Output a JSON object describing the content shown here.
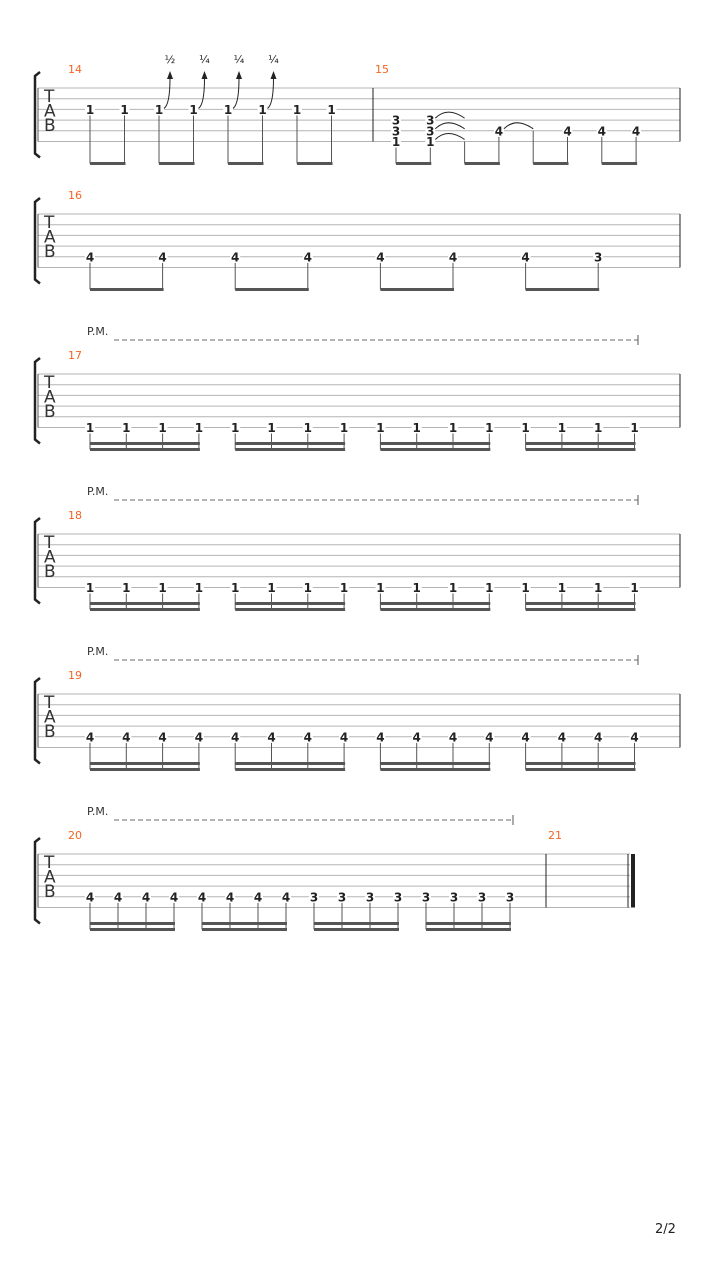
{
  "page_number": "2/2",
  "colors": {
    "measure_number": "#f26522",
    "staff_line": "#b4b4b4",
    "note": "#222222",
    "beam": "#555555",
    "pm_line": "#888888"
  },
  "clef": [
    "T",
    "A",
    "B"
  ],
  "systems": [
    {
      "measures": [
        {
          "number": "14",
          "beam_group": 2,
          "beams": 1,
          "notes": [
            {
              "frets": [
                {
                  "string": 3,
                  "fret": "1"
                }
              ]
            },
            {
              "frets": [
                {
                  "string": 3,
                  "fret": "1"
                }
              ]
            },
            {
              "frets": [
                {
                  "string": 3,
                  "fret": "1"
                }
              ],
              "bend": "½"
            },
            {
              "frets": [
                {
                  "string": 3,
                  "fret": "1"
                }
              ],
              "bend": "¼"
            },
            {
              "frets": [
                {
                  "string": 3,
                  "fret": "1"
                }
              ],
              "bend": "¼"
            },
            {
              "frets": [
                {
                  "string": 3,
                  "fret": "1"
                }
              ],
              "bend": "¼"
            },
            {
              "frets": [
                {
                  "string": 3,
                  "fret": "1"
                }
              ]
            },
            {
              "frets": [
                {
                  "string": 3,
                  "fret": "1"
                }
              ]
            }
          ]
        },
        {
          "number": "15",
          "beam_group": 2,
          "beams": 1,
          "notes": [
            {
              "frets": [
                {
                  "string": 4,
                  "fret": "3"
                },
                {
                  "string": 5,
                  "fret": "3"
                },
                {
                  "string": 6,
                  "fret": "1"
                }
              ]
            },
            {
              "frets": [
                {
                  "string": 4,
                  "fret": "3"
                },
                {
                  "string": 5,
                  "fret": "3"
                },
                {
                  "string": 6,
                  "fret": "1"
                }
              ]
            },
            {
              "frets": [
                {
                  "string": 4,
                  "fret": null
                },
                {
                  "string": 5,
                  "fret": null
                },
                {
                  "string": 6,
                  "fret": null
                }
              ],
              "tied": true
            },
            {
              "frets": [
                {
                  "string": 5,
                  "fret": "4"
                }
              ]
            },
            {
              "frets": [
                {
                  "string": 5,
                  "fret": null
                }
              ],
              "tied": true
            },
            {
              "frets": [
                {
                  "string": 5,
                  "fret": "4"
                }
              ]
            },
            {
              "frets": [
                {
                  "string": 5,
                  "fret": "4"
                }
              ]
            },
            {
              "frets": [
                {
                  "string": 5,
                  "fret": "4"
                }
              ]
            }
          ]
        }
      ]
    },
    {
      "measures": [
        {
          "number": "16",
          "beam_group": 2,
          "beams": 1,
          "notes": [
            {
              "frets": [
                {
                  "string": 5,
                  "fret": "4"
                }
              ]
            },
            {
              "frets": [
                {
                  "string": 5,
                  "fret": "4"
                }
              ]
            },
            {
              "frets": [
                {
                  "string": 5,
                  "fret": "4"
                }
              ]
            },
            {
              "frets": [
                {
                  "string": 5,
                  "fret": "4"
                }
              ]
            },
            {
              "frets": [
                {
                  "string": 5,
                  "fret": "4"
                }
              ]
            },
            {
              "frets": [
                {
                  "string": 5,
                  "fret": "4"
                }
              ]
            },
            {
              "frets": [
                {
                  "string": 5,
                  "fret": "4"
                }
              ]
            },
            {
              "frets": [
                {
                  "string": 5,
                  "fret": "3"
                }
              ]
            }
          ]
        }
      ]
    },
    {
      "palm_mute": "P.M.",
      "measures": [
        {
          "number": "17",
          "beam_group": 4,
          "beams": 2,
          "string": 6,
          "frets": [
            "1",
            "1",
            "1",
            "1",
            "1",
            "1",
            "1",
            "1",
            "1",
            "1",
            "1",
            "1",
            "1",
            "1",
            "1",
            "1"
          ]
        }
      ]
    },
    {
      "palm_mute": "P.M.",
      "measures": [
        {
          "number": "18",
          "beam_group": 4,
          "beams": 2,
          "string": 6,
          "frets": [
            "1",
            "1",
            "1",
            "1",
            "1",
            "1",
            "1",
            "1",
            "1",
            "1",
            "1",
            "1",
            "1",
            "1",
            "1",
            "1"
          ]
        }
      ]
    },
    {
      "palm_mute": "P.M.",
      "measures": [
        {
          "number": "19",
          "beam_group": 4,
          "beams": 2,
          "string": 5,
          "frets": [
            "4",
            "4",
            "4",
            "4",
            "4",
            "4",
            "4",
            "4",
            "4",
            "4",
            "4",
            "4",
            "4",
            "4",
            "4",
            "4"
          ]
        }
      ]
    },
    {
      "palm_mute": "P.M.",
      "measures": [
        {
          "number": "20",
          "beam_group": 4,
          "beams": 2,
          "string": 5,
          "frets": [
            "4",
            "4",
            "4",
            "4",
            "4",
            "4",
            "4",
            "4",
            "3",
            "3",
            "3",
            "3",
            "3",
            "3",
            "3",
            "3"
          ]
        },
        {
          "number": "21",
          "final_barline": true,
          "notes": []
        }
      ]
    }
  ]
}
